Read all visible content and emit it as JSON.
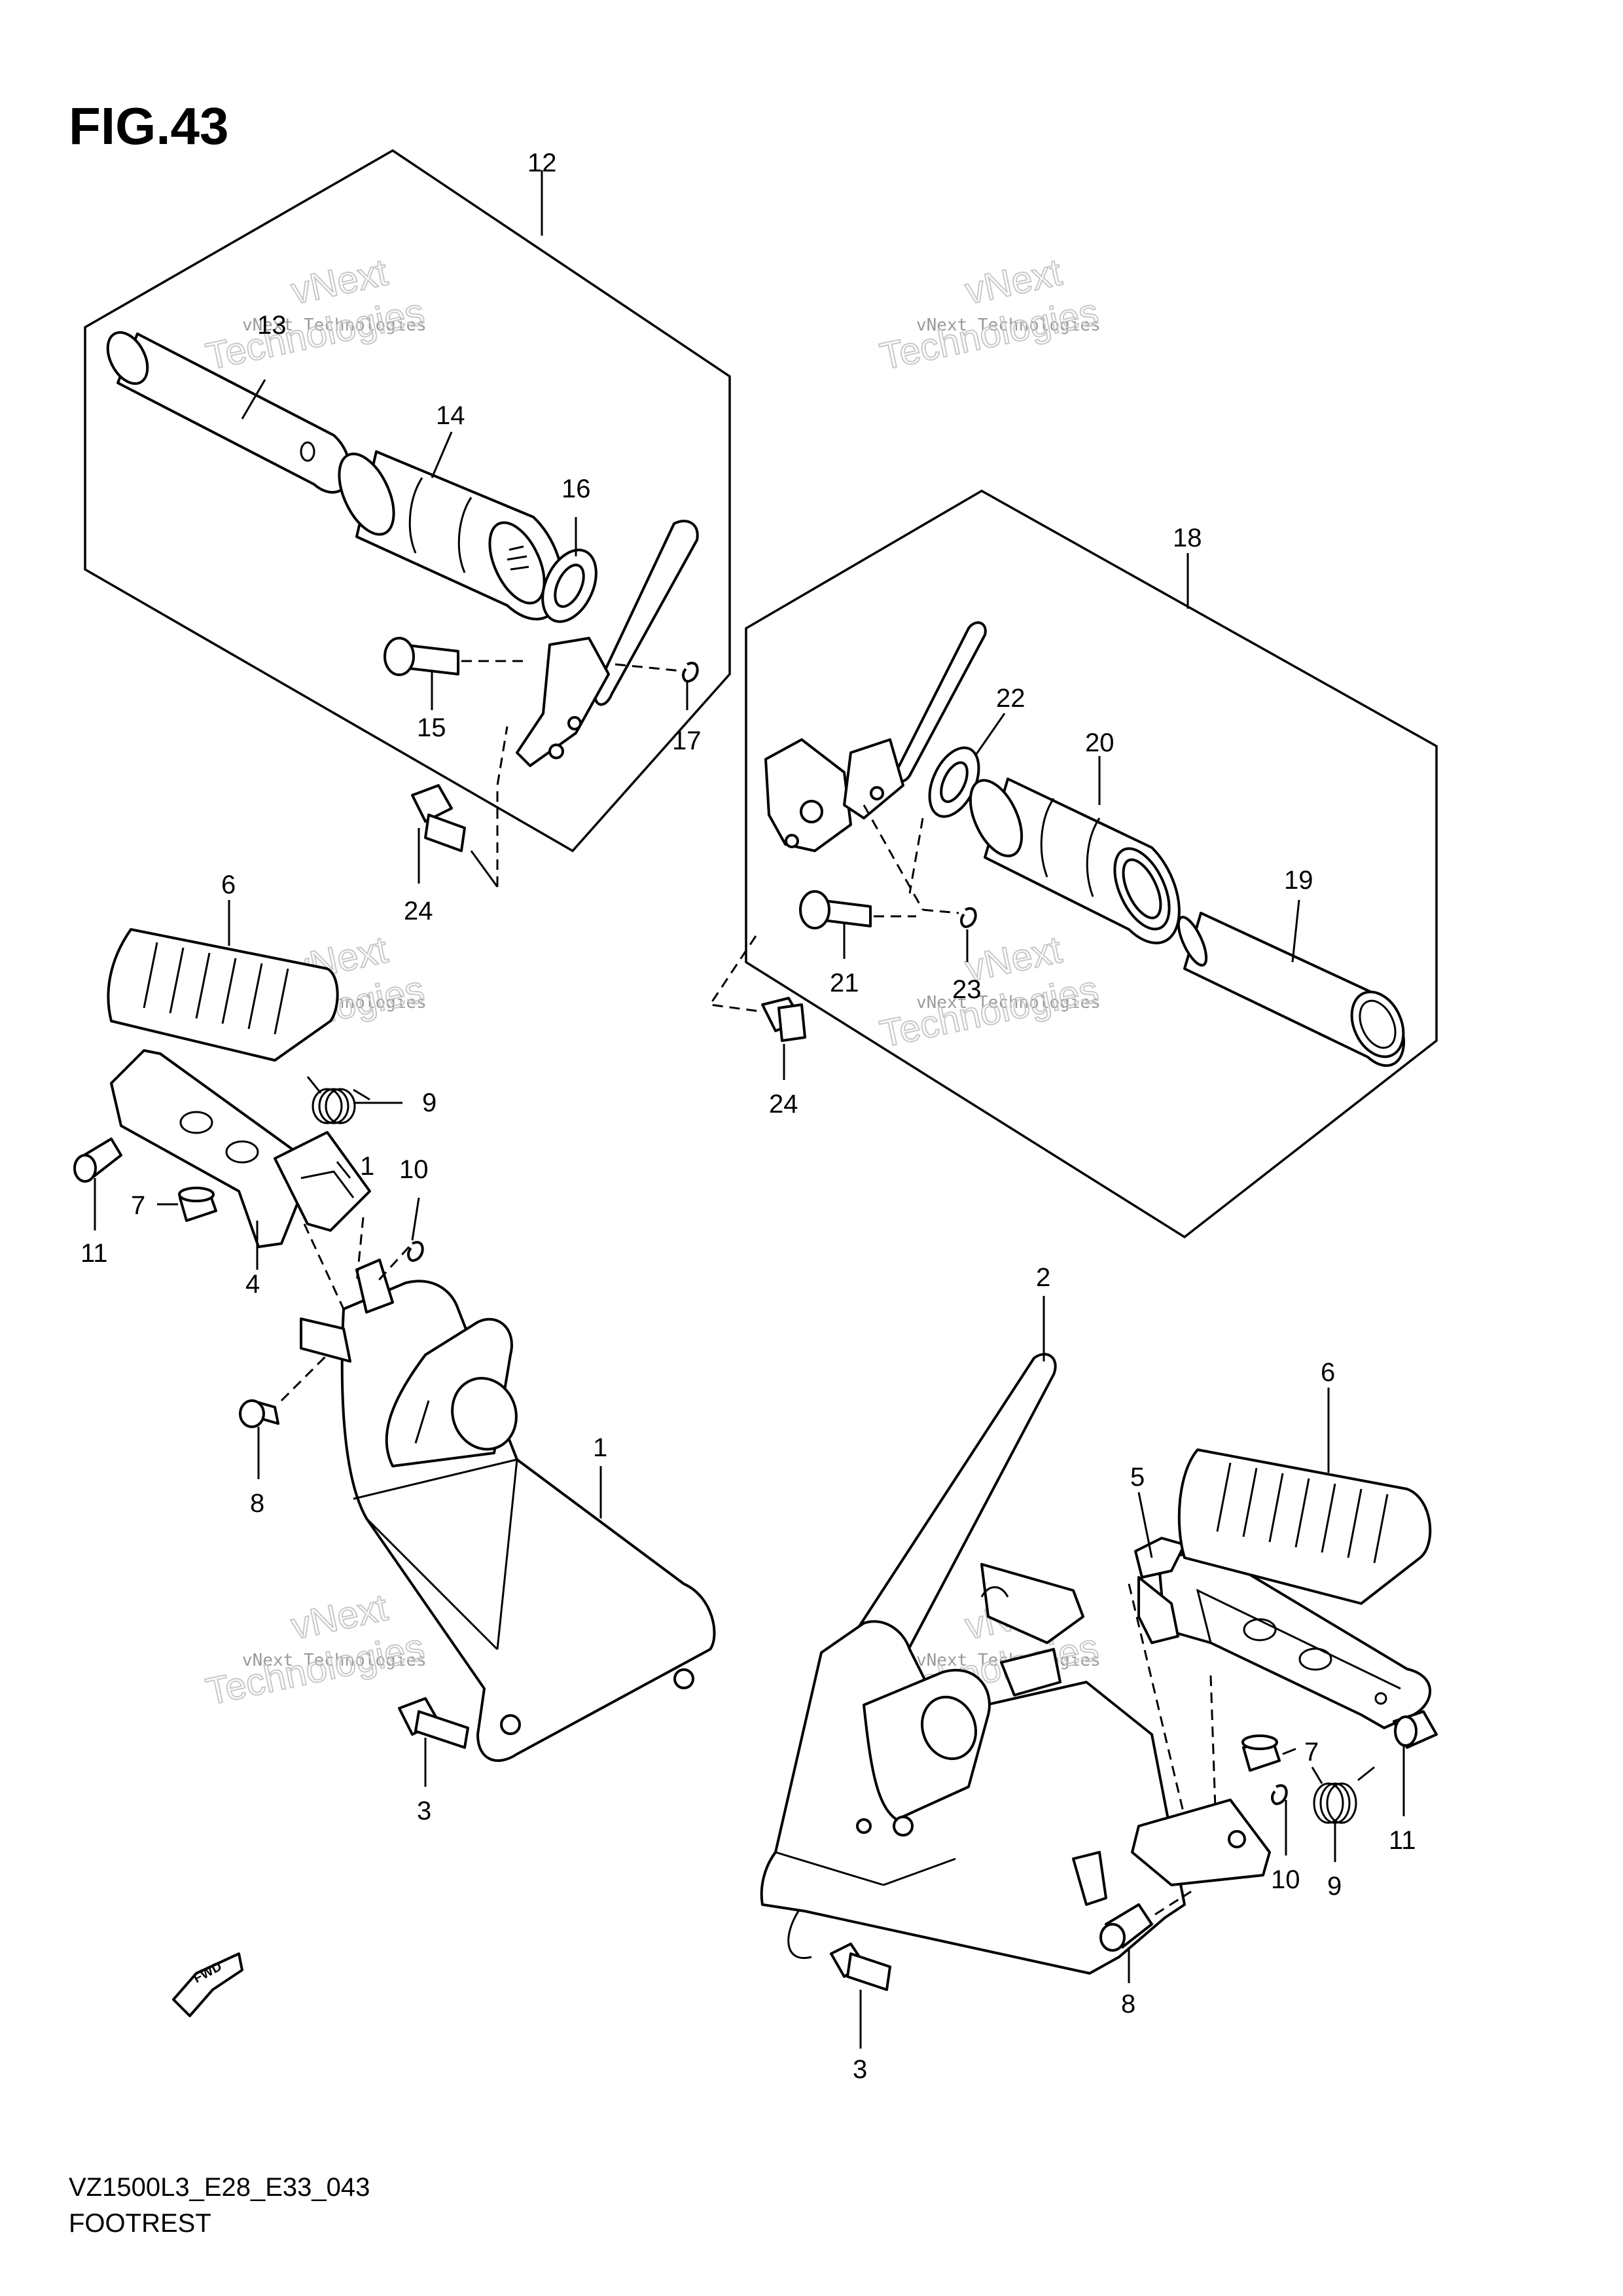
{
  "figure": {
    "title": "FIG.43"
  },
  "footer": {
    "code": "VZ1500L3_E28_E33_043",
    "name": "FOOTREST"
  },
  "watermark": {
    "line1": "vNext Technologies",
    "line2": "vNext",
    "line3": "Technologies"
  },
  "direction_marker": {
    "label": "FWD",
    "icon": "arrow-icon"
  },
  "callouts": {
    "c1a": "1",
    "c1b": "1",
    "c2": "2",
    "c3a": "3",
    "c3b": "3",
    "c4": "4",
    "c5": "5",
    "c6a": "6",
    "c6b": "6",
    "c7a": "7",
    "c7b": "7",
    "c8a": "8",
    "c8b": "8",
    "c9a": "9",
    "c9b": "9",
    "c10a": "10",
    "c10b": "10",
    "c11a": "11",
    "c11b": "11",
    "c12": "12",
    "c13": "13",
    "c14": "14",
    "c15": "15",
    "c16": "16",
    "c17": "17",
    "c18": "18",
    "c19": "19",
    "c20": "20",
    "c21": "21",
    "c22": "22",
    "c23": "23",
    "c24a": "24",
    "c24b": "24"
  }
}
